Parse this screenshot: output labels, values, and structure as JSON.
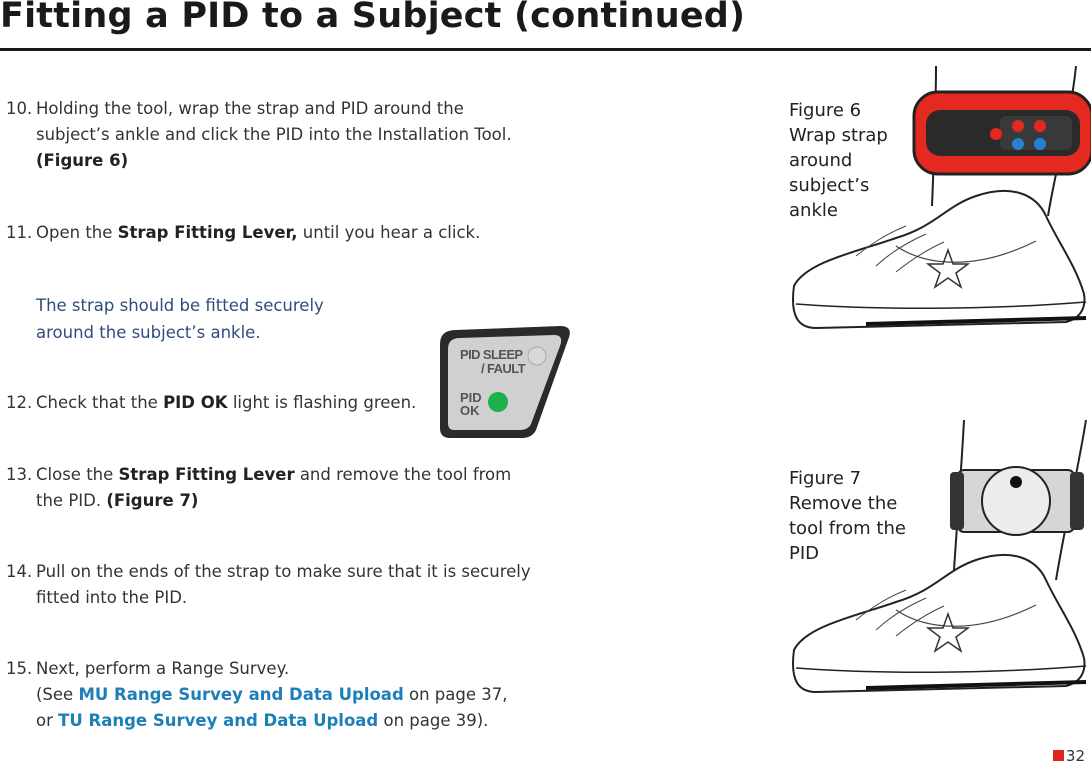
{
  "title": "Fitting a PID to a Subject (continued)",
  "steps": {
    "s10": {
      "num": "10.",
      "line1": "Holding the tool, wrap the strap and PID around the",
      "line2": "subject’s ankle and click the PID into the Installation Tool.",
      "line3_bold": "(Figure 6)"
    },
    "s11": {
      "num": "11.",
      "pre": "Open the ",
      "bold": "Strap Fitting Lever,",
      "post": " until you hear a click."
    },
    "note": {
      "line1": "The strap should be fitted securely",
      "line2": "around the subject’s ankle."
    },
    "s12": {
      "num": "12.",
      "pre": "Check that the ",
      "bold": "PID OK",
      "post": " light is flashing green."
    },
    "s13": {
      "num": "13.",
      "pre": "Close the ",
      "bold": "Strap Fitting Lever",
      "post": " and remove the tool from",
      "line2": "the PID. ",
      "line2_bold": "(Figure 7)"
    },
    "s14": {
      "num": "14.",
      "line1": "Pull on the ends of the strap to make sure that it is securely",
      "line2": "fitted into the PID."
    },
    "s15": {
      "num": "15.",
      "line1": "Next, perform a Range Survey.",
      "l2_pre": "(See ",
      "l2_link": "MU Range Survey and Data Upload",
      "l2_post": " on page 37,",
      "l3_pre": "or ",
      "l3_link": "TU Range Survey and Data Upload",
      "l3_post": " on page 39)."
    }
  },
  "pid_panel": {
    "sleep_label": "PID SLEEP ",
    "fault_label": "/ FAULT",
    "ok_label1": "PID",
    "ok_label2": "OK",
    "ok_light_color": "#1db14b",
    "sleep_light_color": "#d8d8d8"
  },
  "figure6": {
    "line1": "Figure 6",
    "line2": "Wrap strap",
    "line3": "around",
    "line4": "subject’s",
    "line5": "ankle"
  },
  "figure7": {
    "line1": "Figure 7",
    "line2": "Remove the",
    "line3": "tool from the",
    "line4": "PID"
  },
  "page_number": "32",
  "colors": {
    "accent_red": "#e2231a",
    "link_blue": "#1e7fb8",
    "note_blue": "#2e4d7e"
  }
}
